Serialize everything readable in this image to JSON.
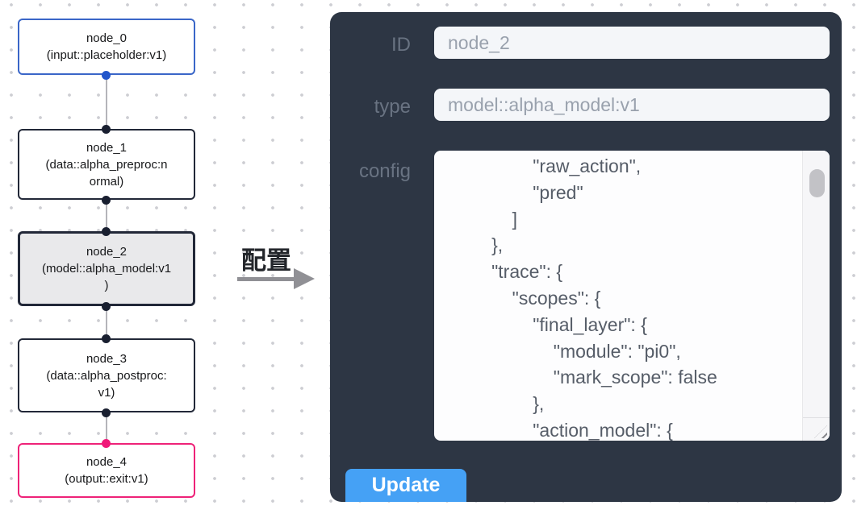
{
  "flow": {
    "nodes": [
      {
        "id": "node_0",
        "type": "input::placeholder:v1",
        "label": "node_0\n(input::placeholder:v1)",
        "border_color": "#3a66c8",
        "handle_color": "#2256cb",
        "selected": false
      },
      {
        "id": "node_1",
        "type": "data::alpha_preproc:normal",
        "label": "node_1\n(data::alpha_preproc:n\normal)",
        "border_color": "#222838",
        "handle_color": "#191f30",
        "selected": false
      },
      {
        "id": "node_2",
        "type": "model::alpha_model:v1",
        "label": "node_2\n(model::alpha_model:v1\n)",
        "border_color": "#222838",
        "handle_color": "#191f30",
        "selected": true
      },
      {
        "id": "node_3",
        "type": "data::alpha_postproc:v1",
        "label": "node_3\n(data::alpha_postproc:\nv1)",
        "border_color": "#222838",
        "handle_color": "#191f30",
        "selected": false
      },
      {
        "id": "node_4",
        "type": "output::exit:v1",
        "label": "node_4\n(output::exit:v1)",
        "border_color": "#ee2278",
        "handle_color": "#f01879",
        "selected": false
      }
    ],
    "edges": [
      {
        "from": "node_0",
        "to": "node_1"
      },
      {
        "from": "node_1",
        "to": "node_2"
      },
      {
        "from": "node_2",
        "to": "node_3"
      },
      {
        "from": "node_3",
        "to": "node_4"
      }
    ]
  },
  "transition": {
    "label": "配置"
  },
  "panel": {
    "bg_color": "#2d3644",
    "accent_color": "#45a1f5",
    "fields": {
      "id": {
        "label": "ID",
        "value": "node_2"
      },
      "type": {
        "label": "type",
        "value": "model::alpha_model:v1"
      },
      "config": {
        "label": "config",
        "value": "                \"raw_action\",\n                \"pred\"\n            ]\n        },\n        \"trace\": {\n            \"scopes\": {\n                \"final_layer\": {\n                    \"module\": \"pi0\",\n                    \"mark_scope\": false\n                },\n                \"action_model\": {"
      }
    },
    "update_label": "Update"
  }
}
